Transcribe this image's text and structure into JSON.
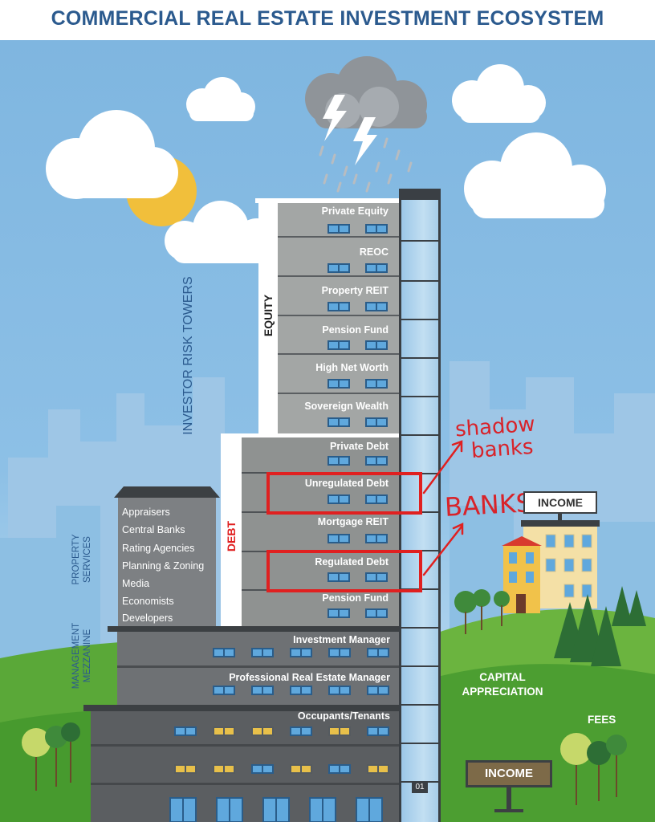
{
  "title": "COMMERCIAL REAL ESTATE INVESTMENT ECOSYSTEM",
  "equity_label": "EQUITY",
  "debt_label": "DEBT",
  "towers_label": "INVESTOR RISK TOWERS",
  "property_services_label": [
    "PROPERTY",
    "SERVICES"
  ],
  "management_label": [
    "MANAGEMENT",
    "MEZZANINE"
  ],
  "equity_floors": [
    "Private Equity",
    "REOC",
    "Property  REIT",
    "Pension Fund",
    "High Net Worth",
    "Sovereign Wealth"
  ],
  "debt_floors": [
    "Private Debt",
    "Unregulated Debt",
    "Mortgage REIT",
    "Regulated Debt",
    "Pension Fund"
  ],
  "property_services": [
    "Appraisers",
    "Central Banks",
    "Rating Agencies",
    "Planning & Zoning",
    "Media",
    "Economists",
    "Developers"
  ],
  "management_floors": [
    "Investment Manager",
    "Professional Real Estate Manager"
  ],
  "base_floor": "Occupants/Tenants",
  "elevator_number": "01",
  "income_sign_top": "INCOME",
  "income_sign_bottom": "INCOME",
  "capital_appreciation": [
    "CAPITAL",
    "APPRECIATION"
  ],
  "fees": "FEES",
  "annotations": {
    "shadow_banks": [
      "shadow",
      "banks"
    ],
    "banks": "BANKS"
  },
  "colors": {
    "title": "#2b5a8e",
    "annotation_red": "#e02020",
    "tower_gray": "#a3a6a5",
    "debt_gray": "#8f9291",
    "base_dark": "#5b5e61"
  }
}
